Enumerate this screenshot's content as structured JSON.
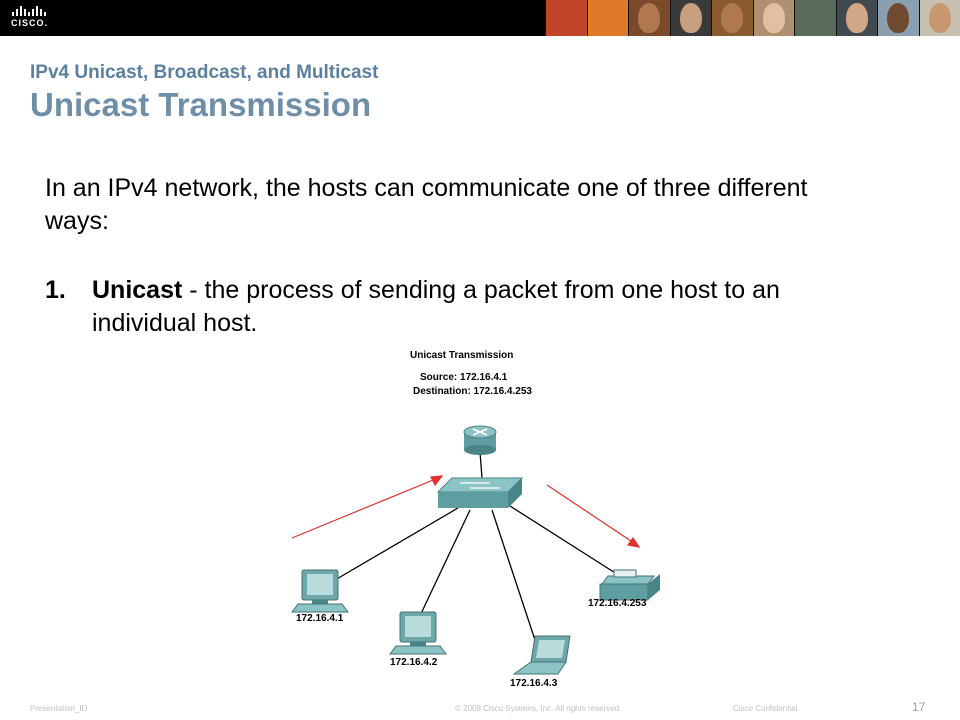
{
  "header": {
    "subtitle": "IPv4 Unicast, Broadcast, and Multicast",
    "title": "Unicast Transmission",
    "brand_color": "#6f8ea8"
  },
  "content": {
    "intro": "In an IPv4 network, the hosts can communicate one of three different ways:",
    "point_number": "1.",
    "point_term": "Unicast",
    "point_text": " - the process of sending a packet from one host to an individual host."
  },
  "diagram": {
    "title": "Unicast Transmission",
    "source": "Source: 172.16.4.1",
    "destination": "Destination: 172.16.4.253",
    "hosts": [
      "172.16.4.1",
      "172.16.4.2",
      "172.16.4.3",
      "172.16.4.253"
    ],
    "arrow_color": "#e03030"
  },
  "footer": {
    "presentation_id": "Presentation_ID",
    "copyright": "© 2008 Cisco Systems, Inc. All rights reserved.",
    "confidential": "Cisco Confidential",
    "page_number": "17"
  },
  "icons": [
    "cisco-logo-icon",
    "router-icon",
    "switch-icon",
    "desktop-pc-icon",
    "laptop-icon",
    "printer-icon"
  ]
}
